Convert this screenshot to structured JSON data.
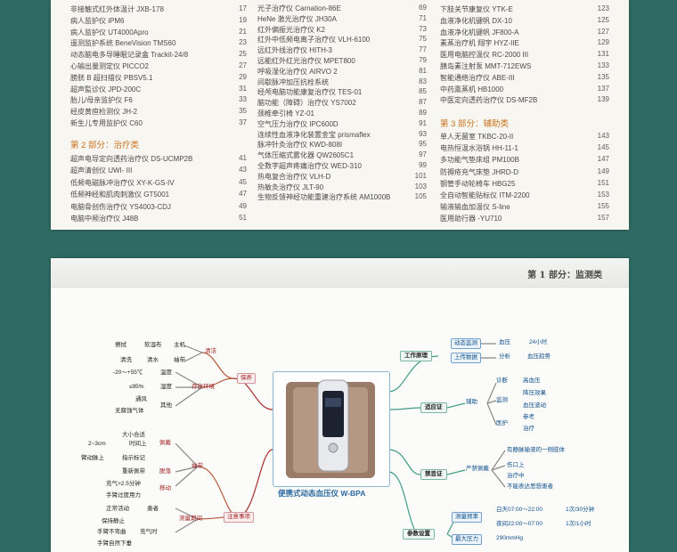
{
  "toc": {
    "col1": [
      {
        "t": "非接触式红外体温计 JXB-178",
        "p": "17"
      },
      {
        "t": "病人监护仪 iPM6",
        "p": "19"
      },
      {
        "t": "病人监护仪 UT4000Apro",
        "p": "21"
      },
      {
        "t": "遥测监护系统 BeneVision TMS60",
        "p": "23"
      },
      {
        "t": "动态脑电多导睡眠记录盒 Trackit-24/8",
        "p": "25"
      },
      {
        "t": "心输出量测定仪 PICCO2",
        "p": "27"
      },
      {
        "t": "膀胱 B 超扫描仪 PBSV5.1",
        "p": "29"
      },
      {
        "t": "超声監诊仪 JPD-200C",
        "p": "31"
      },
      {
        "t": "胎儿/母亲监护仪 F6",
        "p": "33"
      },
      {
        "t": "经皮黄疸检测仪 JH-2",
        "p": "35"
      },
      {
        "t": "新生儿专用监护仪 C60",
        "p": "37"
      }
    ],
    "col1_section": "第 2 部分：治疗类",
    "col1b": [
      {
        "t": "超声电导定向透药治疗仪 DS-UCMP2B",
        "p": "41"
      },
      {
        "t": "超声清创仪 UWI- III",
        "p": "43"
      },
      {
        "t": "低频电磁脉冲治疗仪 XY-K-GS-IV",
        "p": "45"
      },
      {
        "t": "低频神经和肌肉刺激仪 GT5001",
        "p": "47"
      },
      {
        "t": "电脑骨创伤治疗仪  YS4003-CDJ",
        "p": "49"
      },
      {
        "t": "电脑中频治疗仪 J48B",
        "p": "51"
      }
    ],
    "col2": [
      {
        "t": "光子治疗仪 Carnation-86E",
        "p": "69"
      },
      {
        "t": "HeNe 激光治疗仪 JH30A",
        "p": "71"
      },
      {
        "t": "红外偏振光治疗仪 K2",
        "p": "73"
      },
      {
        "t": "红外中低频电离子治疗仪 VLH-6100",
        "p": "75"
      },
      {
        "t": "远红外线治疗仪 HITH-3",
        "p": "77"
      },
      {
        "t": "远能红外红光治疗仪 MPET800",
        "p": "79"
      },
      {
        "t": "呼吸湿化治疗仪 AIRVO 2",
        "p": "81"
      },
      {
        "t": "间歇脉冲加压抗栓系统",
        "p": "83"
      },
      {
        "t": "经颅电脑功能康复治疗仪 TES-01",
        "p": "85"
      },
      {
        "t": "脑功能（障碍）治疗仪 YS7002",
        "p": "87"
      },
      {
        "t": "颈椎牵引椅 YZ-01",
        "p": "89"
      },
      {
        "t": "空气压力治疗仪 IPC600D",
        "p": "91"
      },
      {
        "t": "连续性血液净化装置金宝 prismaflex",
        "p": "93"
      },
      {
        "t": "脉冲针灸治疗仪 KWD-808I",
        "p": "95"
      },
      {
        "t": "气体压缩式雾化器 QW2605C1",
        "p": "97"
      },
      {
        "t": "全数字超声疼痛治疗仪 WED-310",
        "p": "99"
      },
      {
        "t": "热电复合治疗仪 VLH-D",
        "p": "101"
      },
      {
        "t": "热敏灸治疗仪 JLT-90",
        "p": "103"
      },
      {
        "t": "生物反馈神经功能重建治疗系统 AM1000B",
        "p": "105"
      }
    ],
    "col3": [
      {
        "t": "下肢关节康复仪 YTK-E",
        "p": "123"
      },
      {
        "t": "血液净化机键帆 DX-10",
        "p": "125"
      },
      {
        "t": "血液净化机键帆 JF800-A",
        "p": "127"
      },
      {
        "t": "素蒸治疗机 翔宇 HYZ-IIE",
        "p": "129"
      },
      {
        "t": "医用电脑控温仪 RC-2000 III",
        "p": "131"
      },
      {
        "t": "胰岛素注射泵 MMT-712EWS",
        "p": "133"
      },
      {
        "t": "智能通络治疗仪 ABE-III",
        "p": "135"
      },
      {
        "t": "中药熏蒸机 HB1000",
        "p": "137"
      },
      {
        "t": "中医定向透药治疗仪 DS-MF2B",
        "p": "139"
      }
    ],
    "col3_section": "第 3 部分：辅助类",
    "col3b": [
      {
        "t": "单人无菌室 TKBC-20-II",
        "p": "143"
      },
      {
        "t": "电热恒温水浴锅 HH-11-1",
        "p": "145"
      },
      {
        "t": "多功能气垫床组 PM100B",
        "p": "147"
      },
      {
        "t": "防褥疮充气床垫 JHRD-D",
        "p": "149"
      },
      {
        "t": "钢管手动轮椅车 HBG25",
        "p": "151"
      },
      {
        "t": "全自动智能贴标仪 ITM-2200",
        "p": "153"
      },
      {
        "t": "输液输血加温仪 S-line",
        "p": "155"
      },
      {
        "t": "医用助行器 -YU710",
        "p": "157"
      }
    ]
  },
  "banner_title": "第 1 部分：监测类",
  "center_label": "便携式动态血压仪 W-BPA",
  "left": {
    "baoyang": "保养",
    "qingjie": "清洁",
    "zhuji": "主机",
    "mobu": "擦拭",
    "ruanbu": "软湿布",
    "qingxi": "清洗",
    "qingshui": "清水",
    "xiudai": "袖带",
    "cunfang": "存放环境",
    "wendu": "温度",
    "wendu_val": "-20～+55℃",
    "shidu": "湿度",
    "shidu_val": "≤95%",
    "tongfeng": "通风",
    "wu": "无腐蚀气体",
    "qita": "其他",
    "zhuyi": "注意事项",
    "xiudai2": "袖带",
    "peidai": "佩戴",
    "daxiao": "大小合适",
    "dasong": "2~3cm",
    "songjin": "时间上",
    "beijing": "臂动脉上",
    "zhishi": "指示标记",
    "tuoluo": "脱落",
    "chongxin": "重新佩带",
    "yidong": "移动",
    "chongqi": "充气>2.5分钟",
    "shoubi": "手臂过度用力",
    "zhengchang": "正常活动",
    "huanzhe": "患者",
    "celiang": "测量期间",
    "baochi": "保持静止",
    "shoubi2": "手臂不弯曲",
    "chongqi2": "充气时",
    "shoubi3": "手臂自然下垂"
  },
  "right": {
    "yuanli": "工作原理",
    "dongtai": "动态监测",
    "xueya": "血压",
    "hours": "24小时",
    "shangchuan": "上传数据",
    "fenxi": "分析",
    "xueyabd": "血压趋势",
    "shiyingzheng": "适应证",
    "fuzhu": "辅助",
    "zhenduan": "诊断",
    "gaoxueya": "高血压",
    "jianCe": "监测",
    "jiangya": "降压效果",
    "xueyabodong": "血压波动",
    "yuhou": "医护",
    "canzhao": "参考",
    "zhiliao": "治疗",
    "jinjizheng": "禁忌证",
    "yanjin": "严禁佩戴",
    "youjingmai": "有静脉输液的一侧肢体",
    "shangkou": "伤口上",
    "zhiliao2": "治疗中",
    "bunengbiaoda": "不能表达思想患者",
    "canshu": "参数设置",
    "celiangpinlv": "测量频率",
    "day": "白天07:00～22:00",
    "day_val": "1次/30分钟",
    "night": "夜间22:00～07:00",
    "night_val": "1次/1小时",
    "zuida": "最大压力",
    "zuida_val": "290mmHg"
  }
}
